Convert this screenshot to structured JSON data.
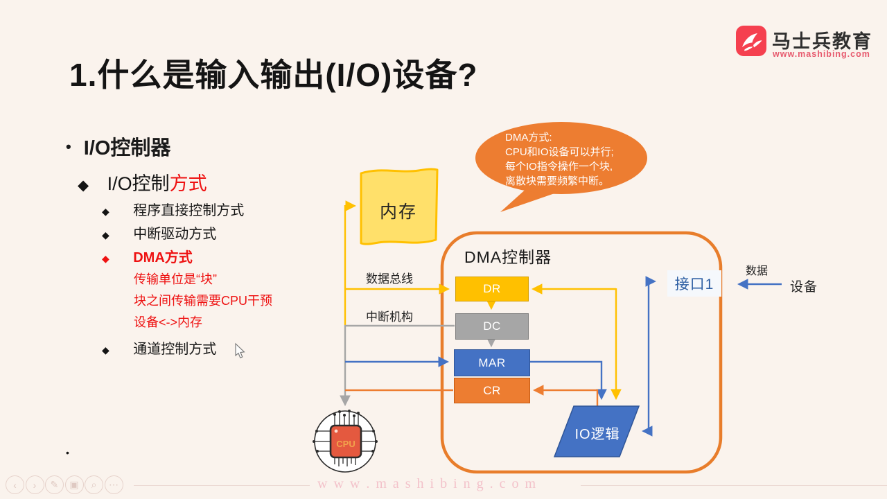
{
  "slide": {
    "title": "1.什么是输入输出(I/O)设备?"
  },
  "logo": {
    "brand": "马士兵教育",
    "site": "www.mashibing.com"
  },
  "bullets": {
    "diamond": "◆",
    "dot": "•"
  },
  "outline": {
    "heading": "I/O控制器",
    "sub_heading": {
      "black": "I/O控制",
      "red": "方式"
    },
    "items": [
      {
        "label": "程序直接控制方式"
      },
      {
        "label": "中断驱动方式"
      },
      {
        "label": "DMA方式"
      },
      {
        "label": "通道控制方式"
      }
    ],
    "dma_notes": [
      "传输单位是“块”",
      "块之间传输需要CPU干预",
      "设备<->内存"
    ],
    "trailing_bullet": "•"
  },
  "diagram": {
    "callout_lines": [
      "DMA方式:",
      "CPU和IO设备可以并行;",
      "每个IO指令操作一个块,",
      "离散块需要频繁中断。"
    ],
    "memory": "内存",
    "data_bus": "数据总线",
    "interrupt": "中断机构",
    "dma_title": "DMA控制器",
    "registers": [
      {
        "label": "DR"
      },
      {
        "label": "DC"
      },
      {
        "label": "MAR"
      },
      {
        "label": "CR"
      }
    ],
    "io_logic": "IO逻辑",
    "port": "接口1",
    "device": "设备",
    "data": "数据",
    "cpu": "CPU"
  },
  "footer": {
    "watermark": "w w w . m a s h i b i n g . c o m",
    "controls": [
      {
        "name": "previous",
        "glyph": "‹"
      },
      {
        "name": "next",
        "glyph": "›"
      },
      {
        "name": "pen",
        "glyph": "✎"
      },
      {
        "name": "slides",
        "glyph": "▣"
      },
      {
        "name": "magnifier",
        "glyph": "⌕"
      },
      {
        "name": "more",
        "glyph": "⋯"
      }
    ]
  },
  "colors": {
    "background": "#FAF3ED",
    "accent_orange": "#ED7D31",
    "accent_yellow": "#FFC000",
    "accent_gray": "#A6A6A6",
    "accent_blue": "#4472C4",
    "red_text": "#EE1111",
    "brand_red": "#F5404F"
  }
}
